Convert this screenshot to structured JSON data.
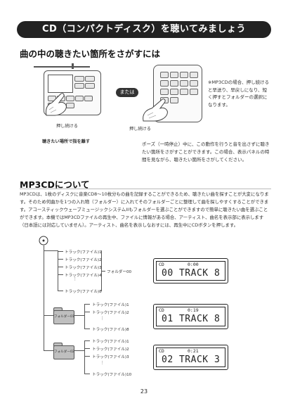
{
  "title": "CD（コンパクトディスク）を聴いてみましょう",
  "section1": {
    "heading": "曲の中の聴きたい箇所をさがすには",
    "or_label": "または",
    "hold_left": "押し続ける",
    "hold_right": "押し続ける",
    "release_caption": "聴きたい場所で指を離す",
    "mp3_note": "※MP3CDの場合、押し続けると早送り、早戻しになり、短く押すとフォルダーの選択になります。",
    "pause_text": "ポーズ（一時停止）中に、この動作を行うと音を出さずに聴きたい箇所をさがすことができます。この場合、表示パネルの時間を見ながら、聴きたい箇所をさがしてください。"
  },
  "section2": {
    "heading": "MP3CDについて",
    "body": "MP3CDは、1枚のディスクに音楽CD8〜10枚分もの曲を記録することができるため、聴きたい曲を探すことが大変になります。そのため何曲かを1つの入れ物（フォルダー）に入れてそのフォルダーごとに整理して曲を探しやすくすることができます。アコースティックウェーブミュージックシステムIIもフォルダーを選ぶことができますので簡単に聴きたい曲を選ぶことができます。本機ではMP3CDファイルの再生中、ファイルに情報がある場合、アーティスト、曲名を表示部に表示します（日本語には対応していません）。アーティスト、曲名を表示しなおすには、再生中にCDボタンを押します。"
  },
  "tree": {
    "root_files": [
      "トラック(ファイル)1",
      "トラック(ファイル)2",
      "トラック(ファイル)3",
      "トラック(ファイル)4",
      "トラック(ファイル)8"
    ],
    "folder00": "フォルダー00",
    "folder01": "フォルダー01",
    "folder01_files": [
      "トラック(ファイル)1",
      "トラック(ファイル)2",
      "トラック(ファイル)8"
    ],
    "folder02": "フォルダー02",
    "folder02_files": [
      "トラック(ファイル)1",
      "トラック(ファイル)2",
      "トラック(ファイル)3",
      "トラック(ファイル)10"
    ]
  },
  "displays": [
    {
      "cd": "CD",
      "time": "0:00",
      "track": "00 TRACK 8"
    },
    {
      "cd": "CD",
      "time": "0:19",
      "track": "01 TRACK 8"
    },
    {
      "cd": "CD",
      "time": "0:21",
      "track": "02 TRACK 3"
    }
  ],
  "page_number": "23",
  "icons": [
    "hand-icon",
    "disc-icon",
    "folder-icon",
    "remote-icon",
    "player-icon"
  ]
}
